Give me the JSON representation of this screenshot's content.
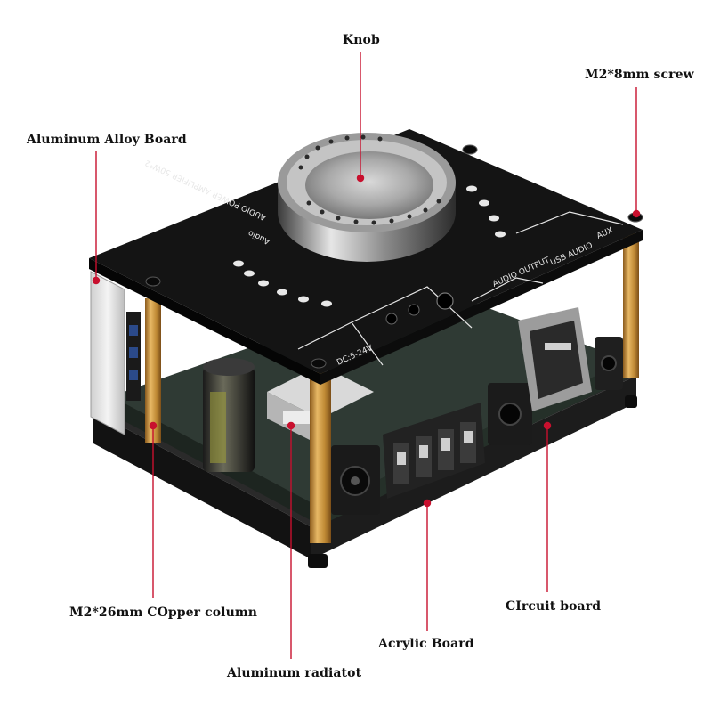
{
  "labels": {
    "knob": "Knob",
    "screw": "M2*8mm screw",
    "alloy_board": "Aluminum Alloy Board",
    "copper_column": "M2*26mm COpper column",
    "circuit_board": "CIrcuit board",
    "acrylic_board": "Acrylic Board",
    "radiator": "Aluminum radiatot"
  },
  "panel": {
    "brand": "Audio",
    "model": "AUDIO POWER AMPLIFIER 50W*2",
    "dc": "DC:5-24V",
    "audio_output": "AUDIO OUTPUT",
    "usb_audio": "USB AUDIO",
    "aux": "AUX"
  },
  "colors": {
    "leader_line": "#c8102e",
    "pcb": "#141414",
    "copper": "#c9953a"
  }
}
